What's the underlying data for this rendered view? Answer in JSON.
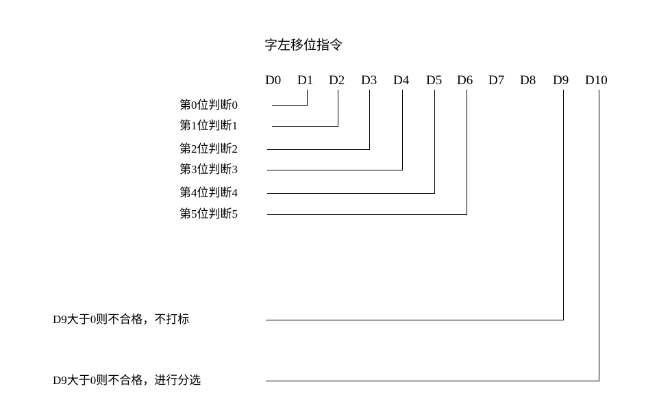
{
  "diagram": {
    "title": "字左移位指令",
    "bus_labels": [
      "D0",
      "D1",
      "D2",
      "D3",
      "D4",
      "D5",
      "D6",
      "D7",
      "D8",
      "D9",
      "D10"
    ],
    "bit_rows": [
      {
        "label": "第0位判断0",
        "connects_to": "D1"
      },
      {
        "label": "第1位判断1",
        "connects_to": "D2"
      },
      {
        "label": "第2位判断2",
        "connects_to": "D3"
      },
      {
        "label": "第3位判断3",
        "connects_to": "D4"
      },
      {
        "label": "第4位判断4",
        "connects_to": "D5"
      },
      {
        "label": "第5位判断5",
        "connects_to": "D6"
      }
    ],
    "result_rows": [
      {
        "label": "D9大于0则不合格，不打标",
        "connects_to": "D9"
      },
      {
        "label": "D9大于0则不合格，进行分选",
        "connects_to": "D10"
      }
    ],
    "colors": {
      "background": "#ffffff",
      "line": "#000000",
      "text": "#000000"
    }
  }
}
